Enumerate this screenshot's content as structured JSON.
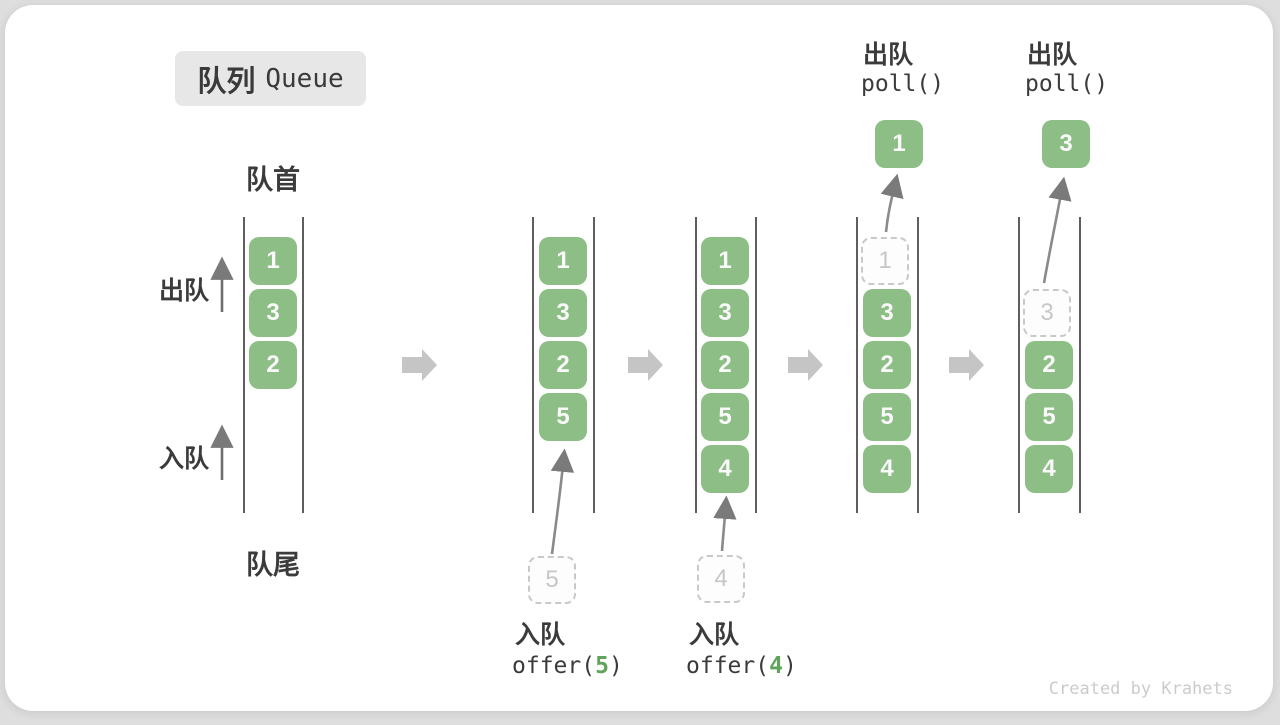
{
  "title": {
    "zh": "队列",
    "en": "Queue"
  },
  "side_labels": {
    "front": "队首",
    "rear": "队尾",
    "dequeue": "出队",
    "enqueue": "入队"
  },
  "queues": [
    {
      "name": "state-initial",
      "boxes": [
        {
          "value": "1"
        },
        {
          "value": "3"
        },
        {
          "value": "2"
        }
      ]
    },
    {
      "name": "state-after-offer-5",
      "boxes": [
        {
          "value": "1"
        },
        {
          "value": "3"
        },
        {
          "value": "2"
        },
        {
          "value": "5"
        }
      ],
      "operation": {
        "label": "入队",
        "code_pre": "offer(",
        "arg": "5",
        "code_post": ")",
        "staged_value": "5"
      }
    },
    {
      "name": "state-after-offer-4",
      "boxes": [
        {
          "value": "1"
        },
        {
          "value": "3"
        },
        {
          "value": "2"
        },
        {
          "value": "5"
        },
        {
          "value": "4"
        }
      ],
      "operation": {
        "label": "入队",
        "code_pre": "offer(",
        "arg": "4",
        "code_post": ")",
        "staged_value": "4"
      }
    },
    {
      "name": "state-after-poll-1",
      "removed": {
        "value": "1"
      },
      "boxes": [
        {
          "value": "3"
        },
        {
          "value": "2"
        },
        {
          "value": "5"
        },
        {
          "value": "4"
        }
      ],
      "operation": {
        "label": "出队",
        "code": "poll()",
        "out_value": "1"
      }
    },
    {
      "name": "state-after-poll-3",
      "removed": {
        "value": "3"
      },
      "boxes": [
        {
          "value": "2"
        },
        {
          "value": "5"
        },
        {
          "value": "4"
        }
      ],
      "operation": {
        "label": "出队",
        "code": "poll()",
        "out_value": "3"
      }
    }
  ],
  "watermark": "Created by Krahets",
  "colors": {
    "box_green": "#8cbe85",
    "code_arg_green": "#5fa45a",
    "dashed_gray": "#c9c9c9",
    "block_arrow_gray": "#c5c5c5",
    "wall_gray": "#5e5e5e",
    "text": "#3b3b3b"
  }
}
